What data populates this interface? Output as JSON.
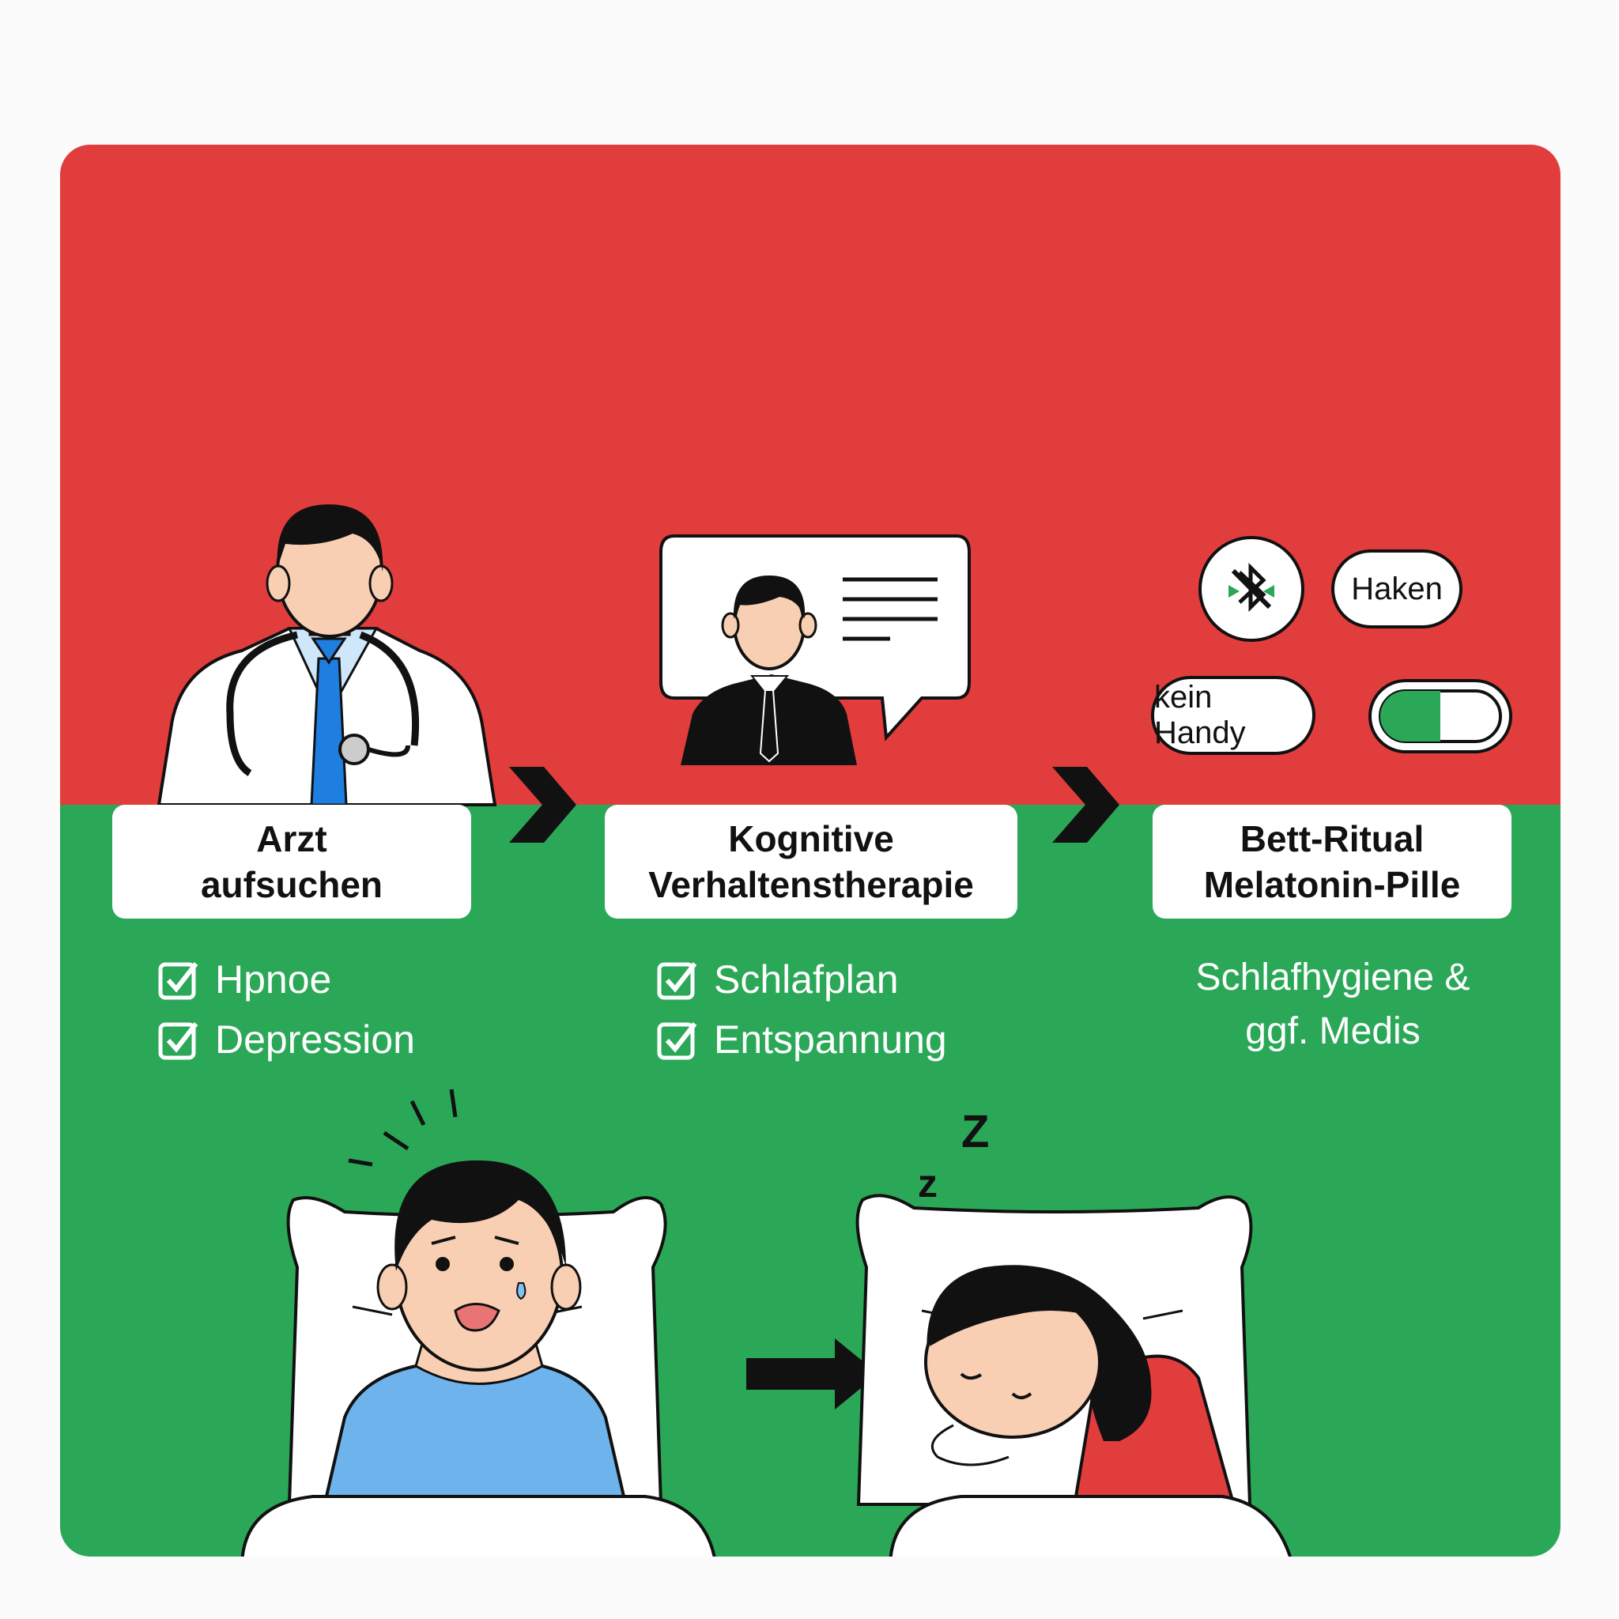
{
  "steps": [
    {
      "label_line1": "Arzt",
      "label_line2": "aufsuchen"
    },
    {
      "label_line1": "Kognitive",
      "label_line2": "Verhaltenstherapie"
    },
    {
      "label_line1": "Bett-Ritual",
      "label_line2": "Melatonin-Pille"
    }
  ],
  "checklists": {
    "step1": [
      "Hpnoe",
      "Depression"
    ],
    "step2": [
      "Schlafplan",
      "Entspannung"
    ]
  },
  "step3_note": {
    "line1": "Schlafhygiene &",
    "line2": "ggf. Medis"
  },
  "badges": {
    "haken": "Haken",
    "kein_handy": "kein Handy"
  },
  "sleep_letters": {
    "big": "Z",
    "small": "z"
  },
  "colors": {
    "red": "#e23d3d",
    "green": "#2aa857",
    "blue": "#1f7fe0"
  },
  "icons": [
    "doctor-icon",
    "therapist-icon",
    "no-bluetooth-icon",
    "pill-icon",
    "check-icon",
    "arrow-icon",
    "awake-man-icon",
    "sleeping-woman-icon"
  ]
}
